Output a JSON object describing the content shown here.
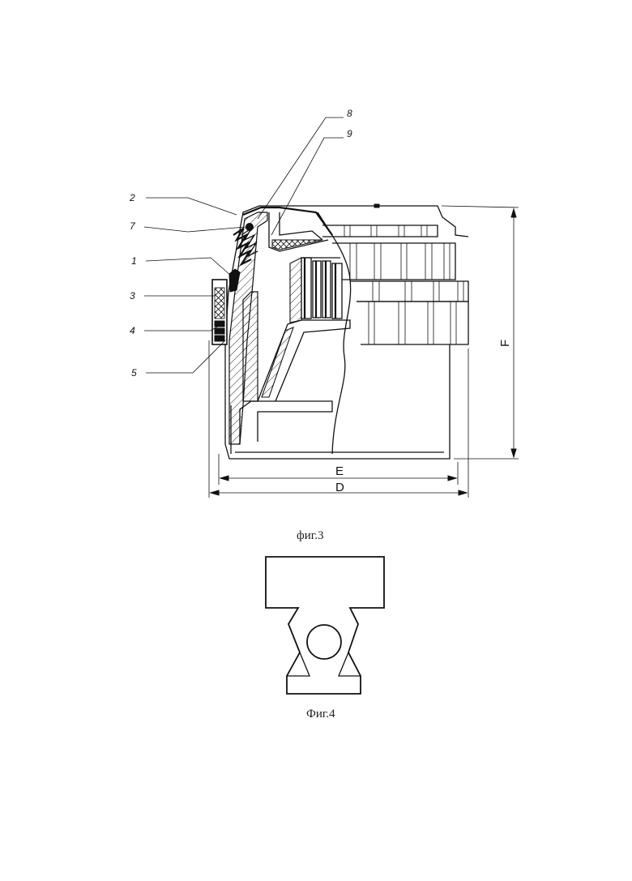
{
  "figure3": {
    "caption": "фиг.3",
    "callouts": [
      "2",
      "7",
      "1",
      "3",
      "4",
      "5",
      "8",
      "9"
    ],
    "dimensions": {
      "e": "E",
      "d": "D",
      "f": "F"
    }
  },
  "figure4": {
    "caption": "Фиг.4"
  }
}
